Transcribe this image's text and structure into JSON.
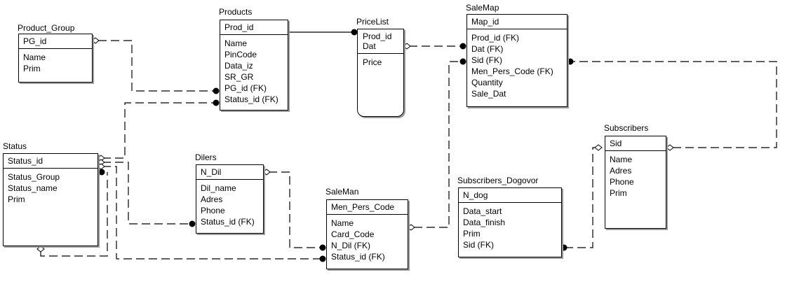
{
  "entities": {
    "product_group": {
      "name": "Product_Group",
      "pk": "PG_id",
      "attributes": [
        "Name",
        "Prim"
      ]
    },
    "products": {
      "name": "Products",
      "pk": "Prod_id",
      "attributes": [
        "Name",
        "PinCode",
        "Data_iz",
        "SR_GR",
        "PG_id (FK)",
        "Status_id (FK)"
      ]
    },
    "pricelist": {
      "name": "PriceList",
      "pk": [
        "Prod_id",
        "Dat"
      ],
      "attributes": [
        "Price"
      ]
    },
    "salemap": {
      "name": "SaleMap",
      "pk": "Map_id",
      "attributes": [
        "Prod_id (FK)",
        "Dat (FK)",
        "Sid (FK)",
        "Men_Pers_Code (FK)",
        "Quantity",
        "Sale_Dat"
      ]
    },
    "status": {
      "name": "Status",
      "pk": "Status_id",
      "attributes": [
        "Status_Group",
        "Status_name",
        "Prim"
      ]
    },
    "dilers": {
      "name": "Dilers",
      "pk": "N_Dil",
      "attributes": [
        "Dil_name",
        "Adres",
        "Phone",
        "Status_id (FK)"
      ]
    },
    "saleman": {
      "name": "SaleMan",
      "pk": "Men_Pers_Code",
      "attributes": [
        "Name",
        "Card_Code",
        "N_Dil (FK)",
        "Status_id (FK)"
      ]
    },
    "subscribers_dogovor": {
      "name": "Subscribers_Dogovor",
      "pk": "N_dog",
      "attributes": [
        "Data_start",
        "Data_finish",
        "Prim",
        "Sid (FK)"
      ]
    },
    "subscribers": {
      "name": "Subscribers",
      "pk": "Sid",
      "attributes": [
        "Name",
        "Adres",
        "Phone",
        "Prim"
      ]
    }
  },
  "relationships": [
    {
      "from": "Product_Group",
      "to": "Products",
      "style": "dashed"
    },
    {
      "from": "Status",
      "to": "Products",
      "style": "dashed"
    },
    {
      "from": "Products",
      "to": "PriceList",
      "style": "solid"
    },
    {
      "from": "PriceList",
      "to": "SaleMap",
      "style": "dashed"
    },
    {
      "from": "Subscribers",
      "to": "SaleMap",
      "style": "dashed"
    },
    {
      "from": "Status",
      "to": "Dilers",
      "style": "dashed"
    },
    {
      "from": "Status",
      "to": "SaleMan",
      "style": "dashed"
    },
    {
      "from": "Dilers",
      "to": "SaleMan",
      "style": "dashed"
    },
    {
      "from": "SaleMan",
      "to": "SaleMap",
      "style": "dashed"
    },
    {
      "from": "Subscribers",
      "to": "Subscribers_Dogovor",
      "style": "dashed"
    }
  ]
}
